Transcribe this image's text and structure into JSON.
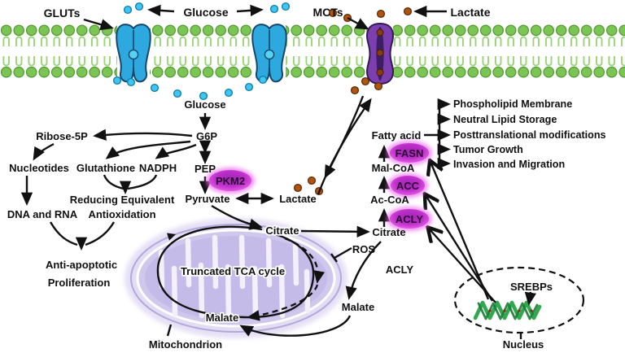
{
  "membrane": {
    "glut_label": "GLUTs",
    "glucose_label": "Glucose",
    "mct_label": "MCTs",
    "lactate_label": "Lactate"
  },
  "glycolysis": {
    "glucose": "Glucose",
    "g6p": "G6P",
    "pep": "PEP",
    "pkm2": "PKM2",
    "pyruvate": "Pyruvate",
    "lactate": "Lactate"
  },
  "ppp": {
    "ribose5p": "Ribose-5P",
    "nucleotides": "Nucleotides",
    "glutathione": "Glutathione",
    "nadph": "NADPH",
    "reducing_equivalent": "Reducing Equivalent",
    "dna_rna": "DNA and RNA",
    "antioxidation": "Antioxidation",
    "anti_apoptotic": "Anti-apoptotic",
    "proliferation": "Proliferation"
  },
  "mitochondrion": {
    "label": "Mitochondrion",
    "tca_label": "Truncated TCA cycle",
    "citrate": "Citrate",
    "malate": "Malate",
    "ros": "ROS"
  },
  "lipogenesis": {
    "citrate": "Citrate",
    "acly": "ACLY",
    "ac_coa": "Ac-CoA",
    "acc": "ACC",
    "mal_coa": "Mal-CoA",
    "fasn": "FASN",
    "fatty_acid": "Fatty acid",
    "acly_pathway": "ACLY",
    "malate": "Malate"
  },
  "fatty_acid_outputs": [
    "Phospholipid Membrane",
    "Neutral Lipid Storage",
    "Posttranslational modifications",
    "Tumor Growth",
    "Invasion and Migration"
  ],
  "nucleus": {
    "srebps": "SREBPs",
    "label": "Nucleus"
  },
  "colors": {
    "membrane_head": "#7cc453",
    "membrane_outline": "#4e9a30",
    "glut_blue": "#2ea9df",
    "mct_purple": "#7b3fb0",
    "glucose_dot": "#3ec6f0",
    "lactate_dot": "#b05510",
    "enzyme_magenta": "#d54fd5",
    "mito_lavender": "#cfc7ec",
    "dna_green": "#2fa84f",
    "line_black": "#111111"
  }
}
